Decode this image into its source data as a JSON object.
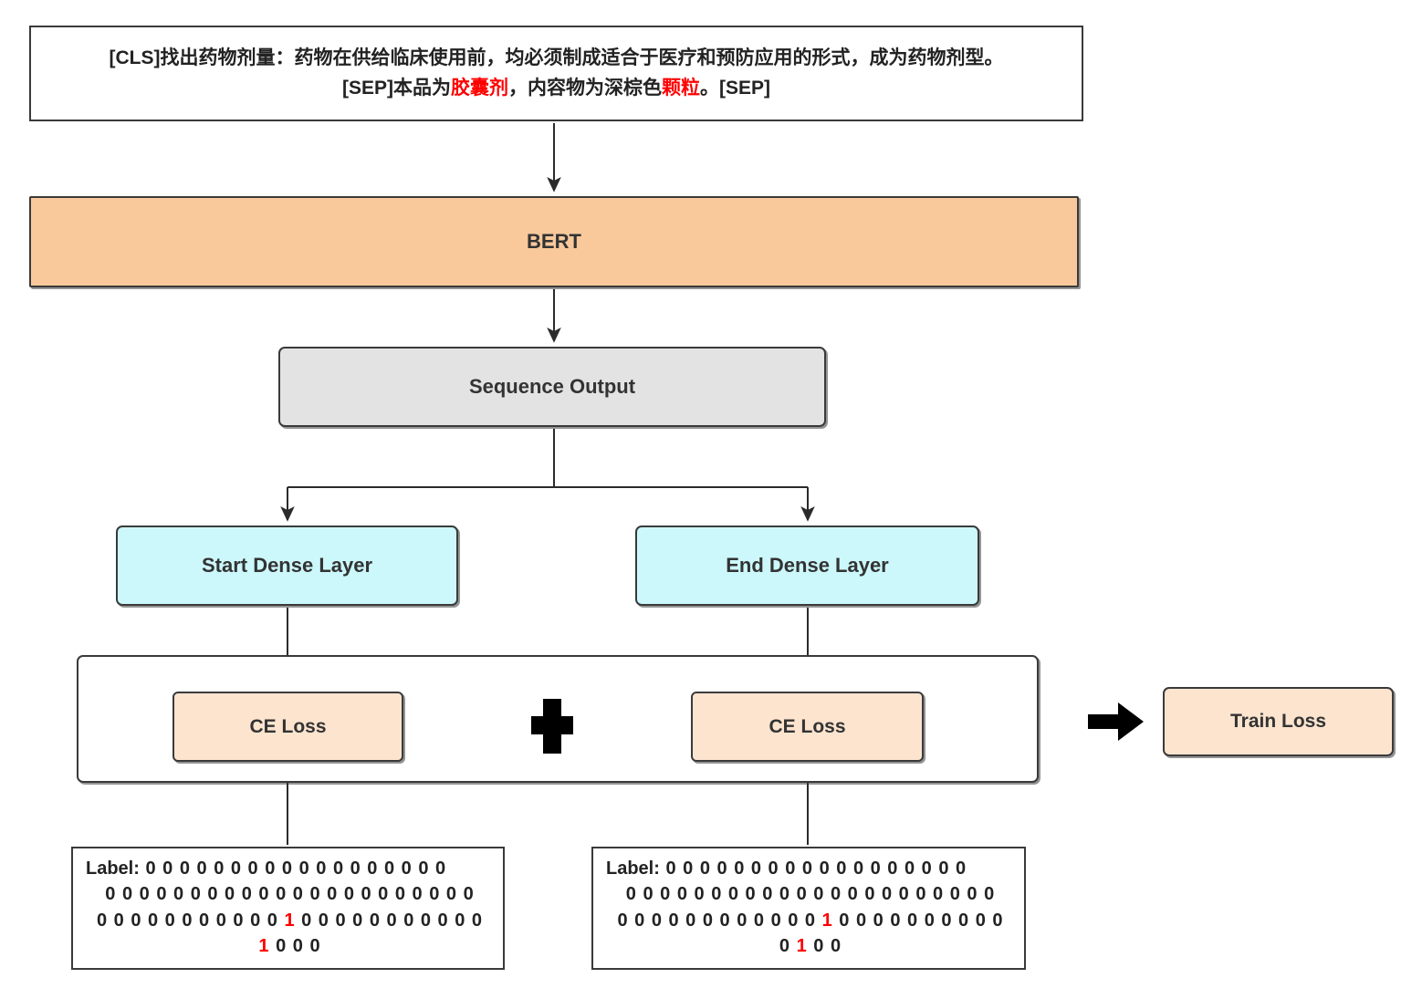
{
  "diagram": {
    "title": "BERT span extraction training flow",
    "colors": {
      "bert_fill": "#f9c99b",
      "sequence_fill": "#e3e3e3",
      "dense_fill": "#ccf8fb",
      "loss_fill": "#fce4cf",
      "highlight": "#ff0000",
      "stroke": "#3a3a3a"
    }
  },
  "input": {
    "line1_a": "[CLS]找出药物剂量：药物在供给临床使用前，均必须制成适合于医疗和预防应用的形式，成为药物剂型。",
    "line2_a": "[SEP]本品为",
    "line2_hl1": "胶囊剂",
    "line2_b": "，内容物为深棕色",
    "line2_hl2": "颗粒",
    "line2_c": "。[SEP]"
  },
  "nodes": {
    "bert": "BERT",
    "sequence_output": "Sequence Output",
    "start_dense": "Start Dense Layer",
    "end_dense": "End Dense Layer",
    "ce_loss_start": "CE Loss",
    "ce_loss_end": "CE Loss",
    "plus": "+",
    "train_loss": "Train Loss"
  },
  "labels": {
    "start": {
      "prefix": "Label:",
      "row1": "0 0 0 0 0 0 0 0 0 0 0 0 0 0 0 0 0 0",
      "row2": "0 0 0 0 0 0 0 0 0 0 0 0 0 0 0 0 0 0 0 0 0 0",
      "row3_pre": "0 0 0 0 0 0 0 0 0 0 0 ",
      "row3_hl": "1",
      "row3_post": " 0 0 0 0 0 0 0 0 0 0 0",
      "row4_hl": "1",
      "row4_post": " 0 0 0"
    },
    "end": {
      "prefix": "Label:",
      "row1": "0 0 0 0 0 0 0 0 0 0 0 0 0 0 0 0 0 0",
      "row2": "0 0 0 0 0 0 0 0 0 0 0 0 0 0 0 0 0 0 0 0 0 0",
      "row3_pre": "0 0 0 0 0 0 0 0 0 0 0 0 ",
      "row3_hl": "1",
      "row3_post": " 0 0 0 0 0 0 0 0 0 0",
      "row4_pre": "0 ",
      "row4_hl": "1",
      "row4_post": " 0 0"
    }
  }
}
